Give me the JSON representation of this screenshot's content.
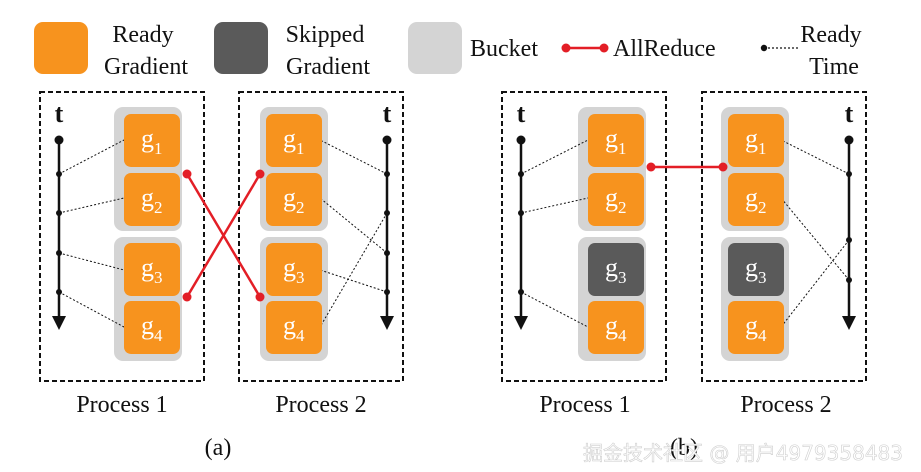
{
  "legend": {
    "ready_gradient": "Ready\nGradient",
    "skipped_gradient": "Skipped\nGradient",
    "bucket": "Bucket",
    "allreduce": "AllReduce",
    "ready_time": "Ready\nTime"
  },
  "colors": {
    "ready": "#f7931e",
    "skipped": "#5a5a5a",
    "bucket": "#d4d4d4",
    "allreduce": "#e31e26",
    "line": "#111111"
  },
  "axis_label": "t",
  "panels": [
    {
      "caption": "(a)",
      "processes": [
        {
          "label": "Process 1",
          "gradients": [
            {
              "base": "g",
              "sub": "1",
              "state": "ready"
            },
            {
              "base": "g",
              "sub": "2",
              "state": "ready"
            },
            {
              "base": "g",
              "sub": "3",
              "state": "ready"
            },
            {
              "base": "g",
              "sub": "4",
              "state": "ready"
            }
          ]
        },
        {
          "label": "Process 2",
          "gradients": [
            {
              "base": "g",
              "sub": "1",
              "state": "ready"
            },
            {
              "base": "g",
              "sub": "2",
              "state": "ready"
            },
            {
              "base": "g",
              "sub": "3",
              "state": "ready"
            },
            {
              "base": "g",
              "sub": "4",
              "state": "ready"
            }
          ]
        }
      ]
    },
    {
      "caption": "(b)",
      "processes": [
        {
          "label": "Process 1",
          "gradients": [
            {
              "base": "g",
              "sub": "1",
              "state": "ready"
            },
            {
              "base": "g",
              "sub": "2",
              "state": "ready"
            },
            {
              "base": "g",
              "sub": "3",
              "state": "skipped"
            },
            {
              "base": "g",
              "sub": "4",
              "state": "ready"
            }
          ]
        },
        {
          "label": "Process 2",
          "gradients": [
            {
              "base": "g",
              "sub": "1",
              "state": "ready"
            },
            {
              "base": "g",
              "sub": "2",
              "state": "ready"
            },
            {
              "base": "g",
              "sub": "3",
              "state": "skipped"
            },
            {
              "base": "g",
              "sub": "4",
              "state": "ready"
            }
          ]
        }
      ]
    }
  ],
  "watermark": "掘金技术社区 @ 用户4979358483"
}
